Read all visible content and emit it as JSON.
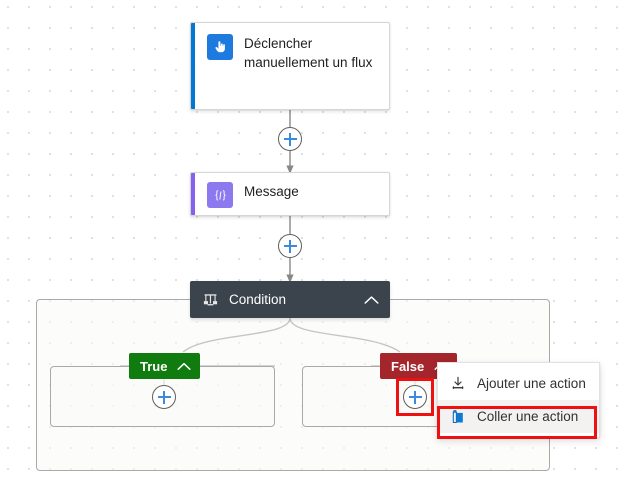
{
  "canvas": {
    "background": "#ffffff",
    "dot_color": "#e1e1e1"
  },
  "flow": {
    "trigger": {
      "title": "Déclencher manuellement un flux",
      "accent_color": "#0078d4",
      "icon": "hand-pointer-icon",
      "icon_bg": "#1f7ae0"
    },
    "message": {
      "title": "Message",
      "accent_color": "#8661ef",
      "icon": "code-brackets-icon",
      "icon_bg": "#8c79f0"
    },
    "condition": {
      "title": "Condition",
      "background": "#3b444c",
      "icon": "balance-scales-icon",
      "collapse_icon": "chevron-up-icon"
    },
    "branches": [
      {
        "label": "True",
        "color": "#107c10",
        "collapse_icon": "chevron-up-icon",
        "add_icon": "plus-icon"
      },
      {
        "label": "False",
        "color": "#a4262c",
        "collapse_icon": "chevron-up-icon",
        "add_icon": "plus-icon"
      }
    ],
    "connectors": [
      {
        "name": "connector-trigger-to-message",
        "icon": "plus-icon"
      },
      {
        "name": "connector-message-to-condition",
        "icon": "plus-icon"
      }
    ]
  },
  "context_menu": {
    "items": [
      {
        "label": "Ajouter une action",
        "icon": "insert-below-icon",
        "active": false
      },
      {
        "label": "Coller une action",
        "icon": "paste-clipboard-icon",
        "active": true
      }
    ]
  },
  "annotations": {
    "color": "#ee1111",
    "targets": [
      "add-action-plus-button-false",
      "menu-item-coller-une-action"
    ]
  }
}
